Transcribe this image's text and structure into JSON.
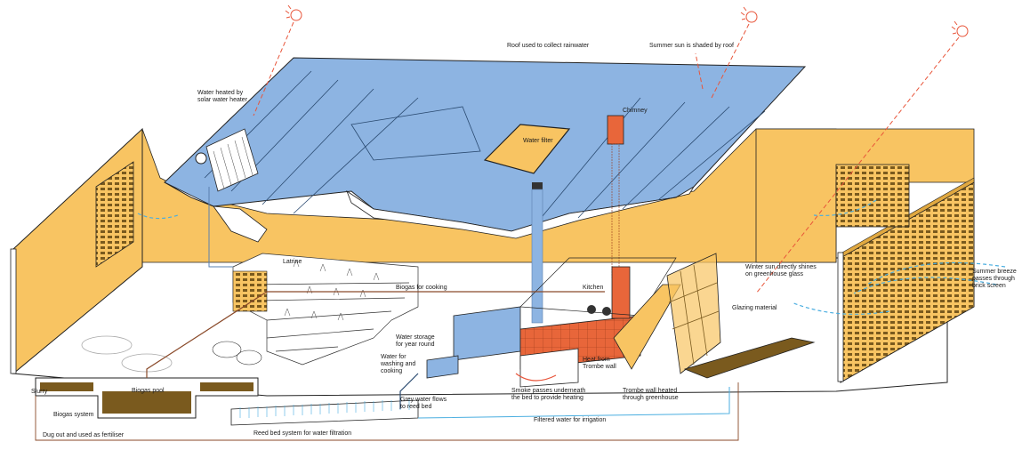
{
  "labels": {
    "roof": "Roof used to collect rainwater",
    "summer_sun": "Summer sun is shaded by roof",
    "solar_heater": "Water heated by\nsolar water heater",
    "chimney": "Chimney",
    "water_filter": "Water filter",
    "latrine": "Latrine",
    "biogas_cooking": "Biogas for cooking",
    "kitchen": "Kitchen",
    "winter_sun": "Winter sun directly shines\non greenhouse glass",
    "summer_breeze": "Summer breeze\npasses through\nbrick screen",
    "glazing": "Glazing material",
    "water_storage": "Water storage\nfor year round",
    "water_washing": "Water for\nwashing and\ncooking",
    "heat_trombe": "Heat from\nTrombe wall",
    "grey_water": "Grey water flows\nto reed bed",
    "smoke": "Smoke passes underneath\nthe bed to provide heating",
    "trombe_wall": "Trombe wall heated\nthrough greenhouse",
    "slurry": "Slurry",
    "biogas_pool": "Biogas pool",
    "biogas_system": "Biogas system",
    "reed_bed": "Reed bed system for water filtration",
    "filtered_water": "Filtered water for irrigation",
    "dug_out": "Dug out and used as fertiliser"
  },
  "colors": {
    "roof_blue": "#8db4e2",
    "wall_yellow": "#f8c462",
    "kitchen_orange": "#e8663a",
    "sun_red": "#e8553a",
    "breeze_blue": "#4aaee0",
    "soil_brown": "#7a5a1e",
    "pipe_brown": "#8a4a2a",
    "line_dark": "#222222"
  }
}
